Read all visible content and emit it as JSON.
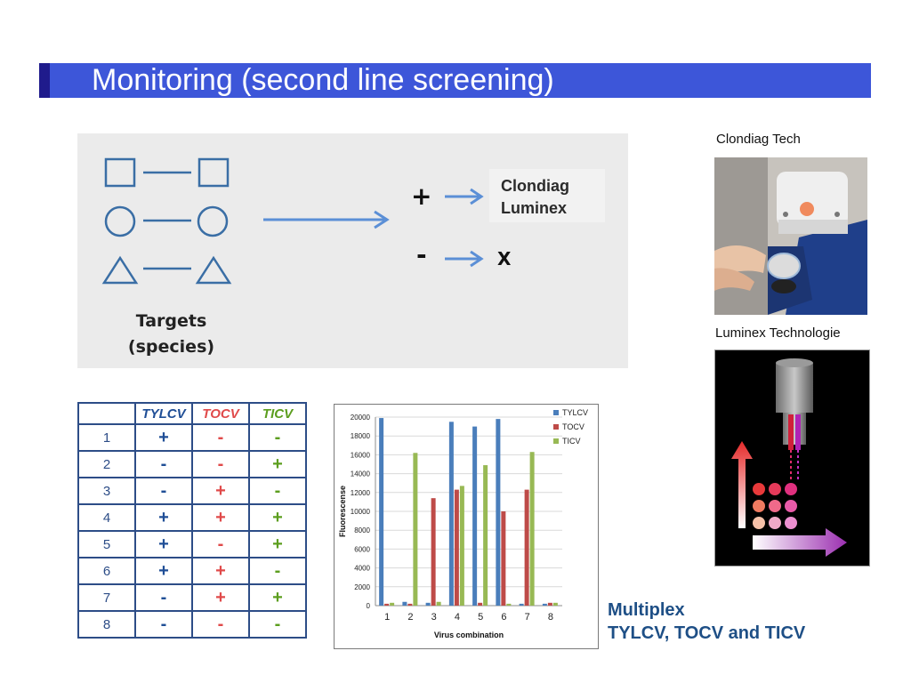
{
  "slide": {
    "title": "Monitoring (second line screening)"
  },
  "diagram": {
    "targets_line1": "Targets",
    "targets_line2": "(species)",
    "positive_sign": "+",
    "negative_sign": "-",
    "positive_result_line1": "Clondiag",
    "positive_result_line2": "Luminex",
    "negative_result": "X",
    "shape_color": "#3a6ea5"
  },
  "images": {
    "clondiag_label": "Clondiag Tech",
    "luminex_label": "Luminex Technologie"
  },
  "table": {
    "headers": [
      "",
      "TYLCV",
      "TOCV",
      "TICV"
    ],
    "header_colors": [
      "#2d4d87",
      "#1f4e96",
      "#e04a4a",
      "#5c9e1f"
    ],
    "rows": [
      {
        "n": "1",
        "tylcv": "+",
        "tocv": "-",
        "ticv": "-"
      },
      {
        "n": "2",
        "tylcv": "-",
        "tocv": "-",
        "ticv": "+"
      },
      {
        "n": "3",
        "tylcv": "-",
        "tocv": "+",
        "ticv": "-"
      },
      {
        "n": "4",
        "tylcv": "+",
        "tocv": "+",
        "ticv": "+"
      },
      {
        "n": "5",
        "tylcv": "+",
        "tocv": "-",
        "ticv": "+"
      },
      {
        "n": "6",
        "tylcv": "+",
        "tocv": "+",
        "ticv": "-"
      },
      {
        "n": "7",
        "tylcv": "-",
        "tocv": "+",
        "ticv": "+"
      },
      {
        "n": "8",
        "tylcv": "-",
        "tocv": "-",
        "ticv": "-"
      }
    ]
  },
  "chart_data": {
    "type": "bar",
    "categories": [
      "1",
      "2",
      "3",
      "4",
      "5",
      "6",
      "7",
      "8"
    ],
    "series": [
      {
        "name": "TYLCV",
        "color": "#4a7ebb",
        "values": [
          19900,
          400,
          300,
          19500,
          19000,
          19800,
          200,
          200
        ]
      },
      {
        "name": "TOCV",
        "color": "#be4b48",
        "values": [
          200,
          200,
          11400,
          12300,
          300,
          10000,
          12300,
          300
        ]
      },
      {
        "name": "TICV",
        "color": "#98b954",
        "values": [
          300,
          16200,
          400,
          12700,
          14900,
          200,
          16300,
          300
        ]
      }
    ],
    "xlabel": "Virus combination",
    "ylabel": "Fluorescense",
    "ylim": [
      0,
      20000
    ],
    "yticks": [
      0,
      2000,
      4000,
      6000,
      8000,
      10000,
      12000,
      14000,
      16000,
      18000,
      20000
    ],
    "legend": "top-right",
    "grid": true
  },
  "caption": {
    "line1": "Multiplex",
    "line2": "TYLCV, TOCV and TICV"
  }
}
